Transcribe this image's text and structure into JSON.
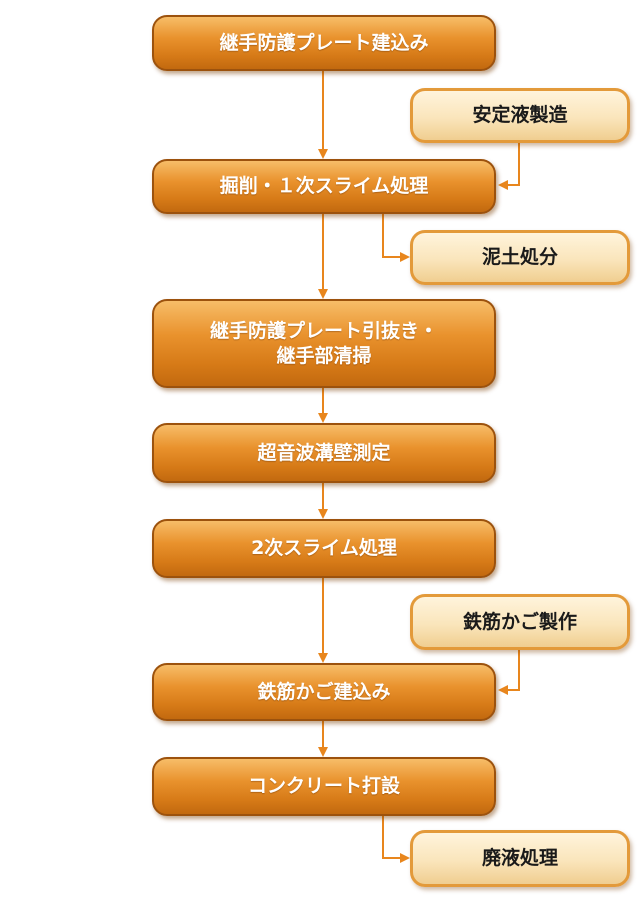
{
  "colors": {
    "main_box": "#e9922d",
    "main_border": "#9c520d",
    "side_box": "#fae5bb",
    "side_border": "#e39a3a",
    "arrow": "#e8861d"
  },
  "steps": [
    {
      "id": "step1",
      "label": "継手防護プレート建込み"
    },
    {
      "id": "step2",
      "label": "掘削・１次スライム処理"
    },
    {
      "id": "step3",
      "label_line1": "継手防護プレート引抜き・",
      "label_line2": "継手部清掃"
    },
    {
      "id": "step4",
      "label": "超音波溝壁測定"
    },
    {
      "id": "step5",
      "label": "2次スライム処理"
    },
    {
      "id": "step6",
      "label": "鉄筋かご建込み"
    },
    {
      "id": "step7",
      "label": "コンクリート打設"
    }
  ],
  "side_boxes": [
    {
      "id": "side1",
      "label": "安定液製造"
    },
    {
      "id": "side2",
      "label": "泥土処分"
    },
    {
      "id": "side3",
      "label": "鉄筋かご製作"
    },
    {
      "id": "side4",
      "label": "廃液処理"
    }
  ]
}
